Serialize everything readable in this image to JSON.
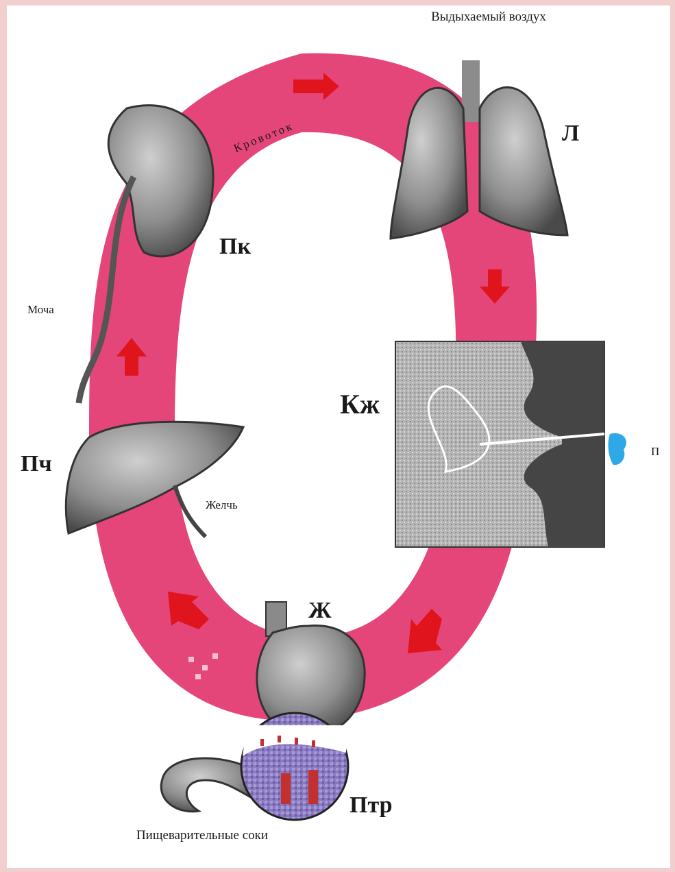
{
  "labels": {
    "exhaled_air": "Выдыхаемый воздух",
    "lungs": "Л",
    "blood": "Кровоток",
    "kidney": "Пк",
    "urine": "Моча",
    "skin": "Кж",
    "sweat": "П",
    "liver": "Пч",
    "bile": "Желчь",
    "stomach": "Ж",
    "intestine": "Птр",
    "digestive_juices": "Пищеварительные соки"
  },
  "colors": {
    "blood_ring": "#e5467a",
    "arrow": "#e0141c",
    "organ": "#8a8a8a",
    "sweat": "#2ea8e6"
  }
}
